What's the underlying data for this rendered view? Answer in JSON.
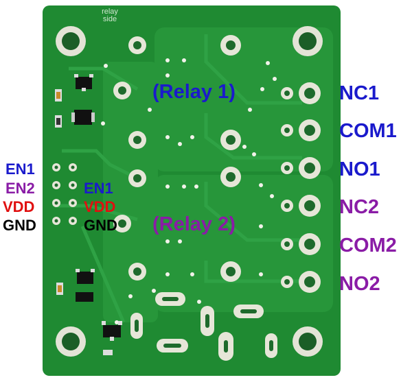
{
  "board": {
    "silkscreen": {
      "line1": "relay",
      "line2": "side"
    },
    "relay_labels": [
      {
        "text": "(Relay 1)",
        "color": "#1a1acc"
      },
      {
        "text": "(Relay 2)",
        "color": "#8a1ca6"
      }
    ],
    "right_pins": [
      {
        "label": "NC1",
        "color": "#1a1acc"
      },
      {
        "label": "COM1",
        "color": "#1a1acc"
      },
      {
        "label": "NO1",
        "color": "#1a1acc"
      },
      {
        "label": "NC2",
        "color": "#8a1ca6"
      },
      {
        "label": "COM2",
        "color": "#8a1ca6"
      },
      {
        "label": "NO2",
        "color": "#8a1ca6"
      }
    ],
    "left_pins_outer": [
      {
        "label": "EN1",
        "color": "#1a1acc"
      },
      {
        "label": "EN2",
        "color": "#8a1ca6"
      },
      {
        "label": "VDD",
        "color": "#e01010"
      },
      {
        "label": "GND",
        "color": "#000000"
      }
    ],
    "left_pins_inner": [
      {
        "label": "EN1",
        "color": "#1a1acc"
      },
      {
        "label": "VDD",
        "color": "#e01010"
      },
      {
        "label": "GND",
        "color": "#000000"
      }
    ],
    "colors": {
      "pcb": "#1f8a32",
      "pcb_light": "#2e9c40",
      "trace": "#27943a",
      "pad": "#e8e8dc",
      "hole": "#1e6a2c"
    }
  }
}
